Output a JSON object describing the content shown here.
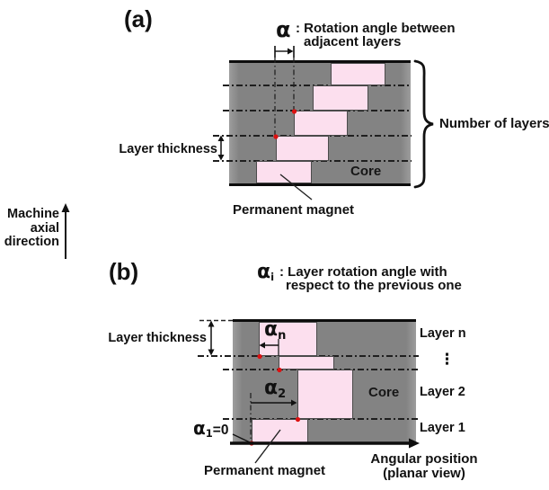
{
  "figure": {
    "panel_a": {
      "label": "(a)",
      "alpha_symbol": "α",
      "alpha_note_line1": ": Rotation angle between",
      "alpha_note_line2": "adjacent layers",
      "layer_thickness": "Layer thickness",
      "core": "Core",
      "magnet": "Permanent magnet",
      "brace_label": "Number of layers"
    },
    "axis_left": {
      "line1": "Machine",
      "line2": "axial",
      "line3": "direction"
    },
    "panel_b": {
      "label": "(b)",
      "alpha_symbol": "α",
      "alpha_sub": "i",
      "alpha_note_line1": ": Layer rotation angle with",
      "alpha_note_line2": "respect to the previous one",
      "layer_thickness": "Layer thickness",
      "core": "Core",
      "magnet": "Permanent magnet",
      "alpha_n_symbol": "α",
      "alpha_n_sub": "n",
      "alpha_2_symbol": "α",
      "alpha_2_sub": "2",
      "alpha_1_symbol": "α",
      "alpha_1_sub": "1",
      "alpha_1_suffix": "=0",
      "layer_labels": [
        "Layer n",
        "⋮",
        "Layer 2",
        "Layer 1"
      ],
      "axis_bottom_line1": "Angular position",
      "axis_bottom_line2": "(planar view)"
    },
    "colors": {
      "core_fill": "#838383",
      "core_edge": "#9d9d9d",
      "magnet_fill": "#fcdfee",
      "magnet_border": "#4b4b4b",
      "marker_red": "#dd1111",
      "ink": "#111111"
    }
  }
}
